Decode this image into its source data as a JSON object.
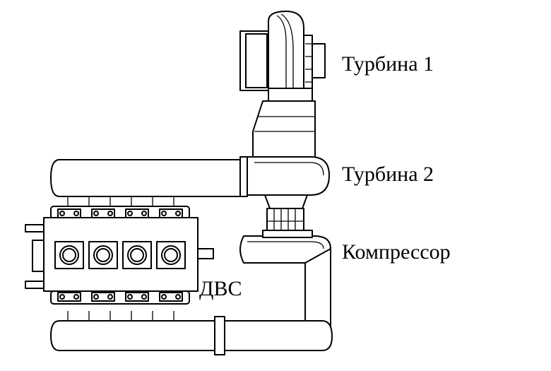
{
  "labels": {
    "turbine1": "Турбина 1",
    "turbine2": "Турбина 2",
    "compressor": "Компрессор",
    "engine": "ДВС"
  }
}
